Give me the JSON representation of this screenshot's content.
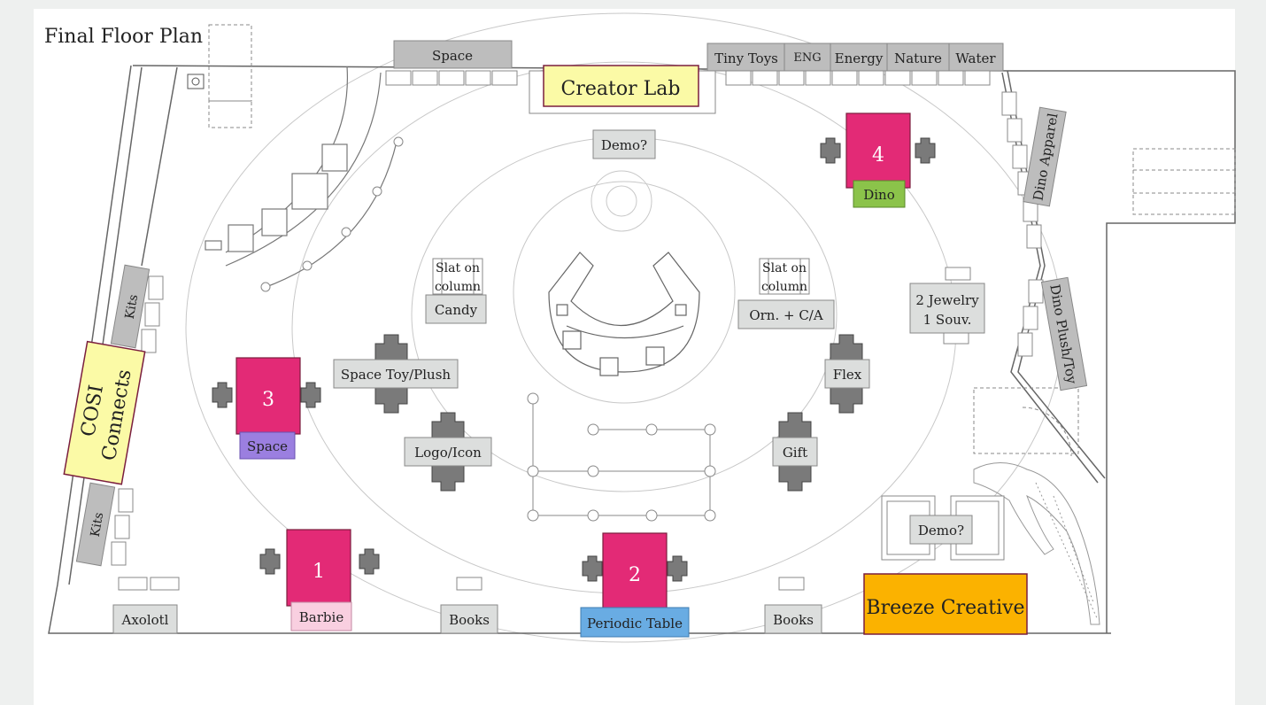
{
  "title": "Final Floor Plan",
  "labels": {
    "space_wall": "Space",
    "creator_lab": "Creator Lab",
    "tiny_toys": "Tiny Toys",
    "eng": "ENG",
    "energy": "Energy",
    "nature": "Nature",
    "water": "Water",
    "demo_top": "Demo?",
    "dino_apparel": "Dino Apparel",
    "dino_plush": "Dino Plush/Toy",
    "kits_upper": "Kits",
    "kits_lower": "Kits",
    "cosi_line1": "COSI",
    "cosi_line2": "Connects",
    "slat_left_1": "Slat on",
    "slat_left_2": "column",
    "candy": "Candy",
    "slat_right_1": "Slat on",
    "slat_right_2": "column",
    "orn": "Orn. + C/A",
    "jewelry_1": "2 Jewelry",
    "jewelry_2": "1 Souv.",
    "space_toy": "Space Toy/Plush",
    "flex": "Flex",
    "logo_icon": "Logo/Icon",
    "gift": "Gift",
    "demo_right": "Demo?",
    "breeze": "Breeze Creative",
    "axolotl": "Axolotl",
    "books_left": "Books",
    "books_right": "Books",
    "periodic": "Periodic Table",
    "barbie": "Barbie",
    "space_tag": "Space",
    "dino_tag": "Dino"
  },
  "tables": [
    {
      "number": "1",
      "tag": "Barbie"
    },
    {
      "number": "2",
      "tag": "Periodic Table"
    },
    {
      "number": "3",
      "tag": "Space"
    },
    {
      "number": "4",
      "tag": "Dino"
    }
  ],
  "colors": {
    "background": "#eef0ef",
    "canvas": "#ffffff",
    "wall": "#666666",
    "label_fill": "#dcdedd",
    "wall_label_fill": "#bdbdbd",
    "pink_table": "#e32a76",
    "yellow_callout": "#fbfaa6",
    "orange_callout": "#fbb200",
    "green_tag": "#8bc34a",
    "purple_tag": "#9b7fe0",
    "blue_tag": "#69ace3",
    "light_pink_tag": "#f9cfe0",
    "fixture_gray": "#7a7a7a"
  }
}
